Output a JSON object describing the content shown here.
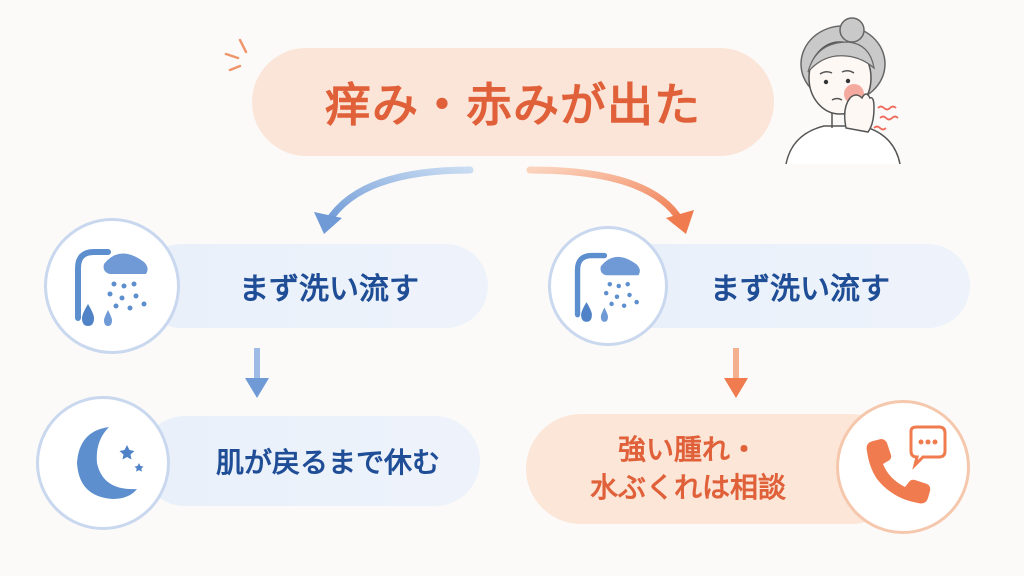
{
  "title": "痒み・赤みが出た",
  "left_branch": {
    "step1_label": "まず洗い流す",
    "step1_icon": "shower-icon",
    "step2_label": "肌が戻るまで休む",
    "step2_icon": "moon-icon"
  },
  "right_branch": {
    "step1_label": "まず洗い流す",
    "step1_icon": "shower-icon",
    "step2_line1": "強い腫れ・",
    "step2_line2": "水ぶくれは相談",
    "step2_icon": "phone-chat-icon"
  },
  "colors": {
    "blue_text": "#1f4e97",
    "orange_text": "#e0603a",
    "blue_bg": "#eaf1fb",
    "orange_bg": "#fbe5d8"
  }
}
